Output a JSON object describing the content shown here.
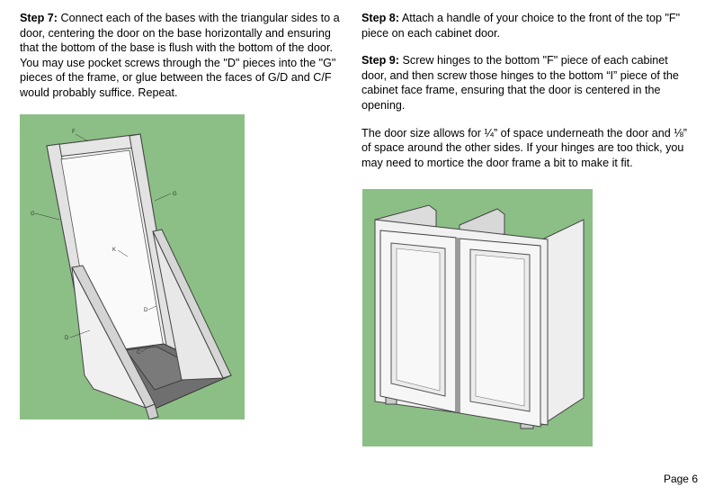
{
  "step7": {
    "label": "Step 7:",
    "text": "Connect each of the bases with the triangular sides to a door, centering the door on the base horizontally and ensuring that the bottom of the base is flush with the bottom of the door. You may use pocket screws through the \"D\" pieces into the \"G\" pieces of the frame, or glue between the faces of G/D and C/F would probably suffice. Repeat."
  },
  "step8": {
    "label": "Step 8:",
    "text": "Attach a handle of your choice to the front of the top \"F\" piece on each cabinet door."
  },
  "step9": {
    "label": "Step 9:",
    "text": "Screw hinges to the bottom \"F\" piece of each cabinet door, and then screw those hinges to the bottom “I” piece of the cabinet face frame, ensuring that the door is centered in the opening."
  },
  "note": "The door size allows for ¼” of space underneath the door and ⅛” of space around the other sides. If your hinges are too thick, you may need to mortice the door frame a bit to make it fit.",
  "figure_left_labels": {
    "f": "F",
    "g_left": "G",
    "g_right": "G",
    "k": "K",
    "d_right": "D",
    "d_left": "D",
    "c": "C"
  },
  "page": "Page 6",
  "colors": {
    "figure_bg": "#8cbf86",
    "panel_light": "#f2f2f2",
    "panel_mid": "#d9d9d9",
    "floor": "#6e6e6e"
  }
}
